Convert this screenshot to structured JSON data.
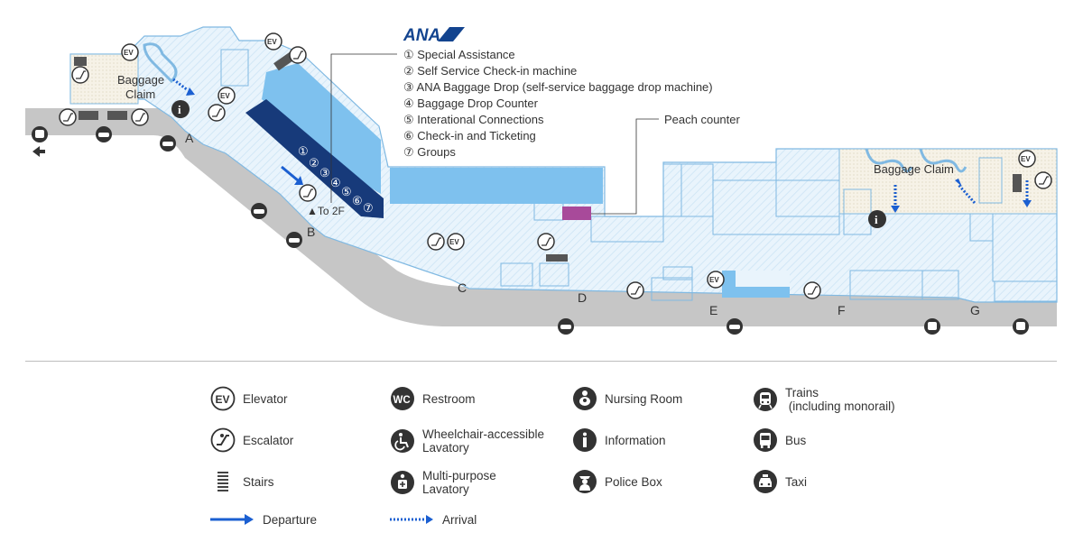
{
  "brand": {
    "logo_text": "ANA",
    "color": "#13448f"
  },
  "numbered_list": [
    "① Special Assistance",
    "② Self Service Check-in machine",
    "③ ANA Baggage Drop (self-service baggage drop machine)",
    "④ Baggage Drop Counter",
    "⑤ Interational Connections",
    "⑥ Check-in and Ticketing",
    "⑦ Groups"
  ],
  "map_labels": {
    "baggage_claim_left": "Baggage\nClaim",
    "baggage_claim_right": "Baggage Claim",
    "peach_counter": "Peach counter",
    "to_2f": "▲To 2F",
    "counter_numbers": [
      "①",
      "②",
      "③",
      "④",
      "⑤",
      "⑥",
      "⑦"
    ],
    "exits": [
      "A",
      "B",
      "C",
      "D",
      "E",
      "F",
      "G"
    ]
  },
  "legend": {
    "elevator": "Elevator",
    "escalator": "Escalator",
    "stairs": "Stairs",
    "departure": "Departure",
    "restroom": "Restroom",
    "wheelchair_line1": "Wheelchair-accessible",
    "wheelchair_line2": "Lavatory",
    "multipurpose_line1": "Multi-purpose",
    "multipurpose_line2": "Lavatory",
    "arrival": "Arrival",
    "nursing": "Nursing Room",
    "information": "Information",
    "police": "Police Box",
    "trains_line1": "Trains",
    "trains_line2": "(including monorail)",
    "bus": "Bus",
    "taxi": "Taxi",
    "ev_text": "EV",
    "wc_text": "WC"
  },
  "colors": {
    "floor": "#e6f2fb",
    "floor_stroke": "#7fb8e0",
    "counter_light": "#7ec1ee",
    "counter_dark": "#173a7a",
    "road": "#c4c4c4",
    "peach": "#a84a9a",
    "baggage_area": "#f5f1e6",
    "departure_arrow": "#1b5fd1",
    "icon": "#333333"
  }
}
